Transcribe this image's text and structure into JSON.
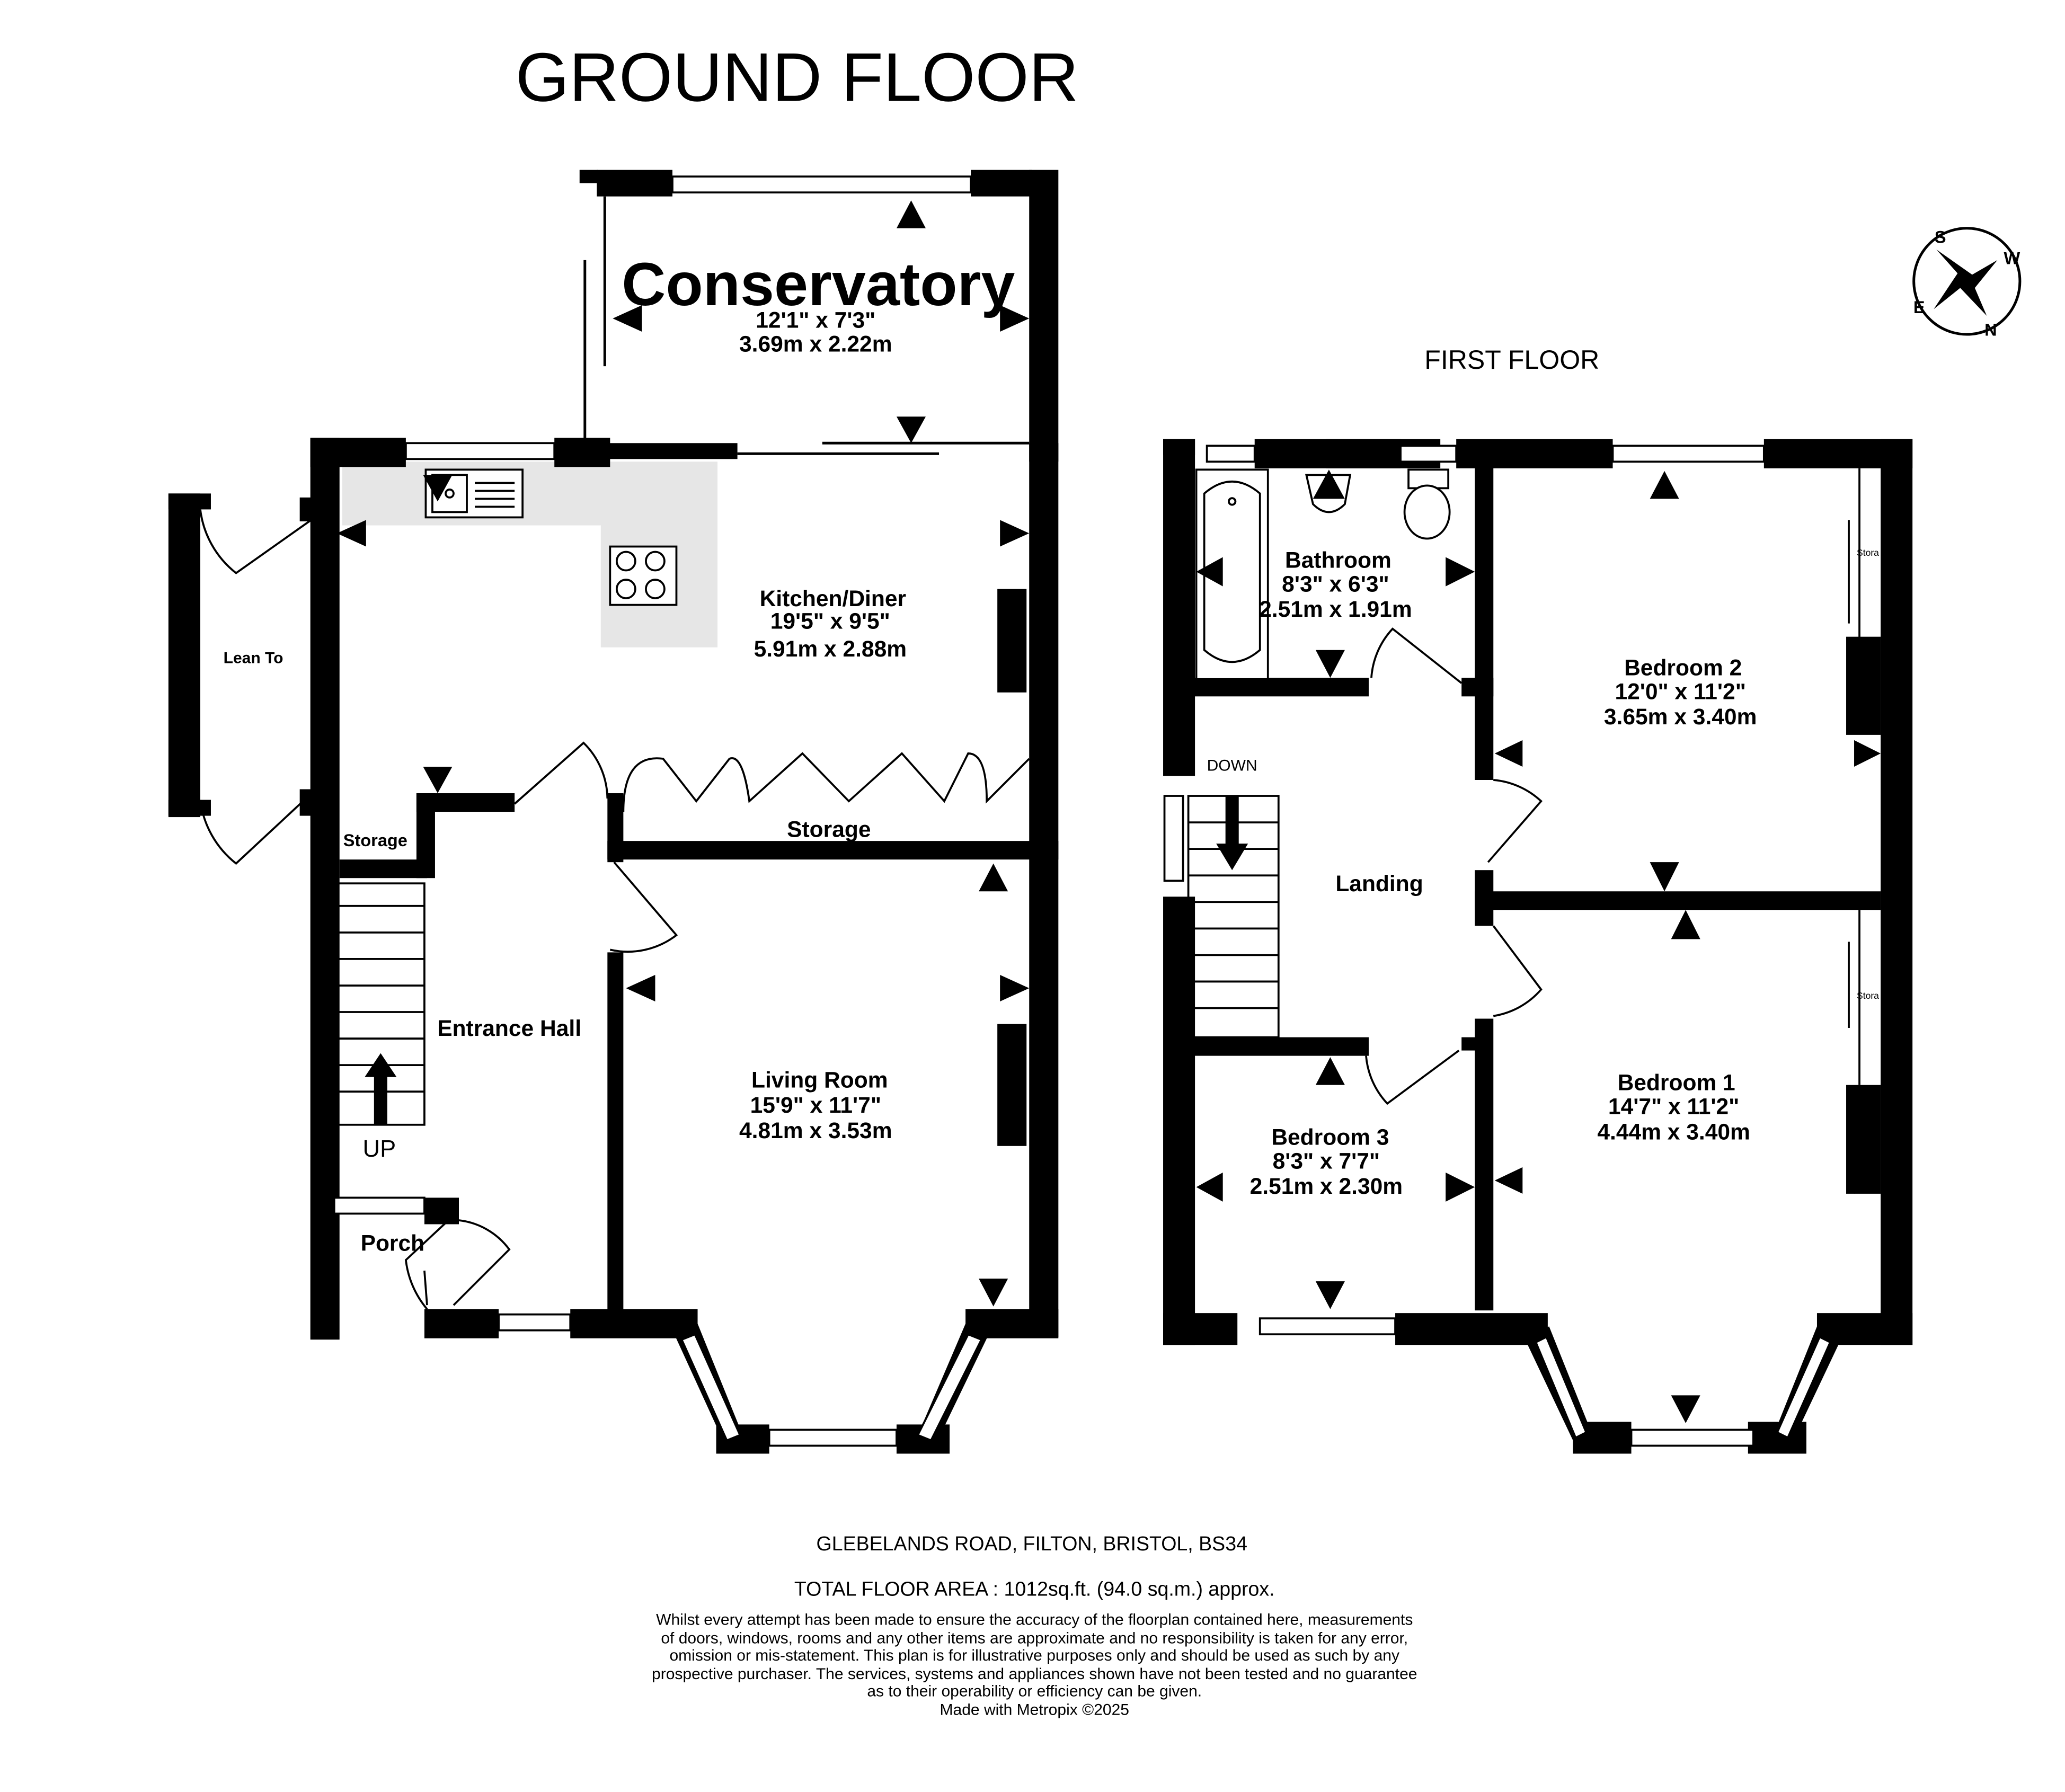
{
  "floors": {
    "ground": {
      "label": "GROUND FLOOR",
      "rooms": {
        "conservatory": {
          "name": "Conservatory",
          "imperial": "12'1\"  x 7'3\"",
          "metric": "3.69m  x 2.22m"
        },
        "kitchen": {
          "name": "Kitchen/Diner",
          "imperial": "19'5\"  x 9'5\"",
          "metric": "5.91m  x 2.88m"
        },
        "living": {
          "name": "Living Room",
          "imperial": "15'9\"  x 11'7\"",
          "metric": "4.81m  x 3.53m"
        },
        "lean_to": {
          "name": "Lean To"
        },
        "storage_small": {
          "name": "Storage"
        },
        "storage_large": {
          "name": "Storage"
        },
        "hall": {
          "name": "Entrance Hall"
        },
        "porch": {
          "name": "Porch"
        }
      },
      "stairs_label": "UP"
    },
    "first": {
      "label": "FIRST FLOOR",
      "rooms": {
        "bathroom": {
          "name": "Bathroom",
          "imperial": "8'3\"  x 6'3\"",
          "metric": "2.51m  x 1.91m"
        },
        "bedroom2": {
          "name": "Bedroom 2",
          "imperial": "12'0\"  x 11'2\"",
          "metric": "3.65m  x 3.40m"
        },
        "bedroom1": {
          "name": "Bedroom 1",
          "imperial": "14'7\"  x 11'2\"",
          "metric": "4.44m  x 3.40m"
        },
        "bedroom3": {
          "name": "Bedroom 3",
          "imperial": "8'3\"  x 7'7\"",
          "metric": "2.51m  x 2.30m"
        },
        "landing": {
          "name": "Landing"
        },
        "storage_b2": {
          "name": "Stora"
        },
        "storage_b1": {
          "name": "Stora"
        }
      },
      "stairs_label": "DOWN"
    }
  },
  "compass": {
    "letters": [
      "S",
      "W",
      "N",
      "E"
    ]
  },
  "footer": {
    "address": "GLEBELANDS ROAD, FILTON, BRISTOL, BS34",
    "area": "TOTAL FLOOR AREA : 1012sq.ft. (94.0 sq.m.) approx.",
    "disclaimer": [
      "Whilst every attempt has been made to ensure the accuracy of the floorplan contained here, measurements",
      "of doors, windows, rooms and any other items are approximate and no responsibility is taken for any error,",
      "omission or mis-statement. This plan is for illustrative purposes only and should be used as such by any",
      "prospective purchaser. The services, systems and appliances shown have not been tested and no guarantee",
      "as to their operability or efficiency can be given."
    ],
    "credit": "Made with Metropix ©2025"
  },
  "colors": {
    "wall": "#000000",
    "kitchen_fill": "#e6e6e6",
    "background": "#ffffff"
  }
}
